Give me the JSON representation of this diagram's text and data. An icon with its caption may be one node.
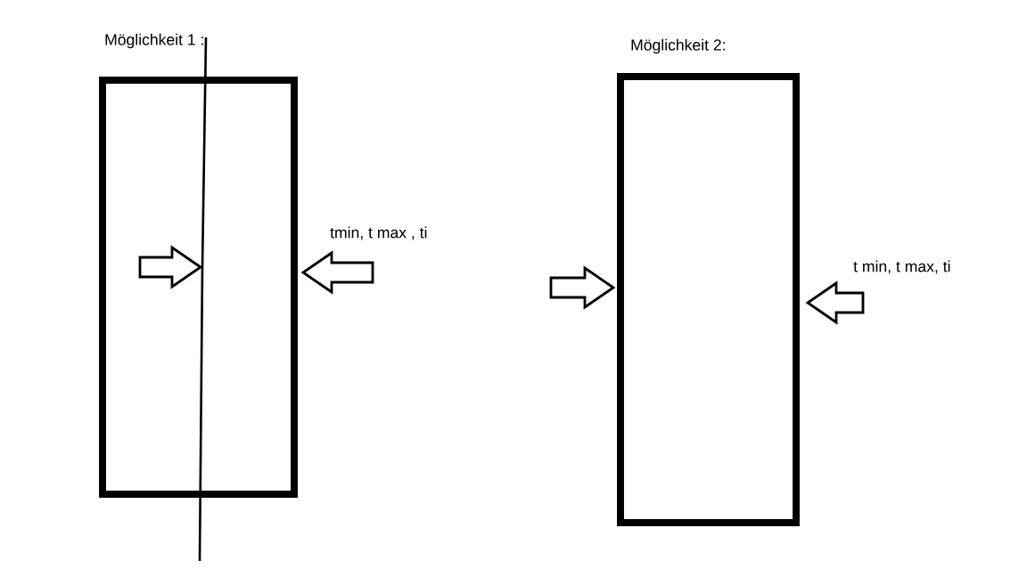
{
  "diagram": {
    "nodes": [
      {
        "text": [
          "Möglichkeit 1 :"
        ],
        "beside": [
          "tmin,  t max , ti"
        ]
      },
      {
        "text": [
          "Möglichkeit 2:"
        ],
        "beside": [
          "t min, t max, ti"
        ]
      }
    ]
  }
}
